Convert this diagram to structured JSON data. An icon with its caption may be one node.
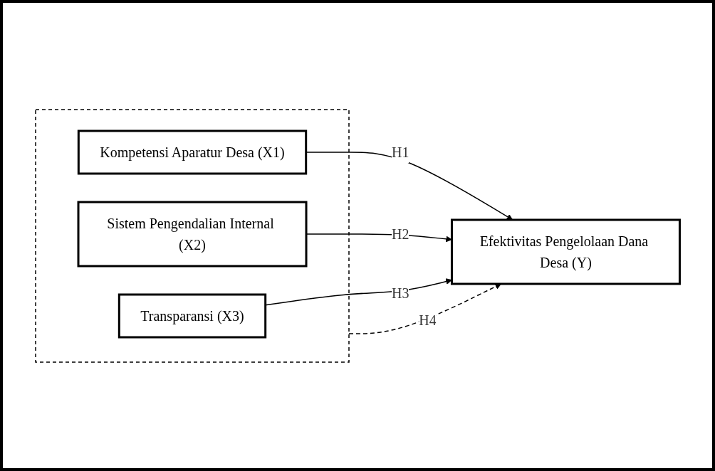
{
  "diagram": {
    "nodes": [
      {
        "text": [],
        "shape": "box"
      },
      {
        "text": [
          "Kompetensi Aparatur Desa (X1)"
        ],
        "in": 0
      },
      {
        "text": [
          "Sistem Pengendalian Internal (X2)"
        ],
        "in": 0
      },
      {
        "text": [
          "Transparansi (X3)"
        ],
        "in": 0
      },
      {
        "text": [
          "Efektivitas Pengelolaan Dana Desa (Y)"
        ]
      }
    ],
    "edges": [
      {
        "from": 1,
        "to": 4,
        "arrow": "to",
        "label": "H1"
      },
      {
        "from": 2,
        "to": 4,
        "arrow": "to",
        "label": "H2"
      },
      {
        "from": 3,
        "to": 4,
        "arrow": "to",
        "label": "H3"
      },
      {
        "from": 0,
        "to": 4,
        "arrow": "to",
        "label": "H4",
        "style": "dashed"
      }
    ]
  }
}
